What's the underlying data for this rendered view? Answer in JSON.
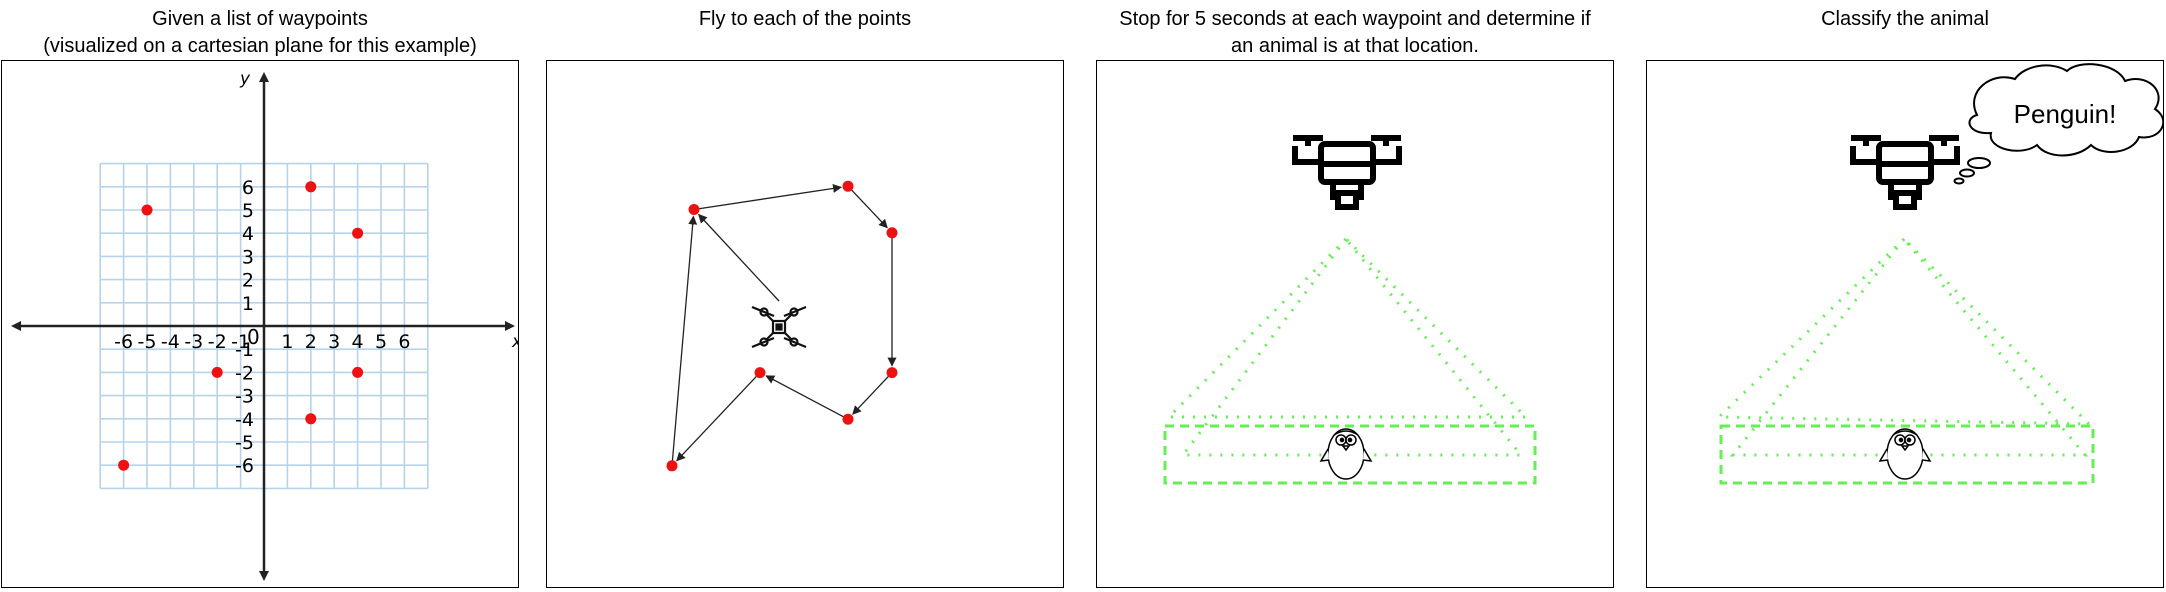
{
  "panels": [
    {
      "title_line1": "Given  a list of waypoints",
      "title_line2": "(visualized on a cartesian plane for this example)"
    },
    {
      "title_line1": "Fly to each of the points",
      "title_line2": ""
    },
    {
      "title_line1": "Stop for 5 seconds at each waypoint and determine if",
      "title_line2": "an animal is at that location."
    },
    {
      "title_line1": "Classify the animal",
      "title_line2": ""
    }
  ],
  "plane": {
    "x_axis_label": "x",
    "y_axis_label": "y",
    "origin_label": "0",
    "x_tick_labels": [
      "-6",
      "-5",
      "-4",
      "-3",
      "-2",
      "-1",
      "1",
      "2",
      "3",
      "4",
      "5",
      "6"
    ],
    "y_tick_labels": [
      "6",
      "5",
      "4",
      "3",
      "2",
      "1",
      "-1",
      "-2",
      "-3",
      "-4",
      "-5",
      "-6"
    ],
    "waypoints": [
      {
        "x": -5,
        "y": 5
      },
      {
        "x": 2,
        "y": 6
      },
      {
        "x": 4,
        "y": 4
      },
      {
        "x": -2,
        "y": -2
      },
      {
        "x": 4,
        "y": -2
      },
      {
        "x": 2,
        "y": -4
      },
      {
        "x": -6,
        "y": -6
      }
    ]
  },
  "speech_bubble": "Penguin!",
  "colors": {
    "waypoint": "#ee1111",
    "grid": "#b7d3ea",
    "scan_area": "#66ee55"
  }
}
